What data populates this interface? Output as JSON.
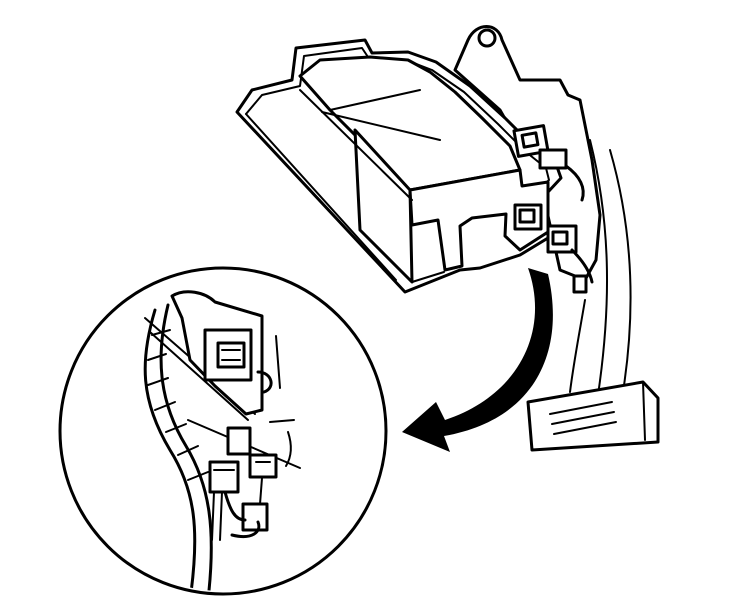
{
  "figure": {
    "kind": "technical-line-illustration",
    "line_color": "#000000",
    "background_color": "#ffffff",
    "parts": [
      "electronic-control-module",
      "mounting-bracket",
      "harness-connectors",
      "detail-magnifier-circle",
      "direction-arrow",
      "adjacent-panel"
    ]
  }
}
